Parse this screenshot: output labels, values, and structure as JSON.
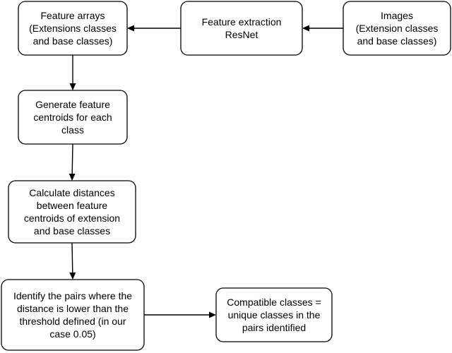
{
  "nodes": [
    {
      "id": "images",
      "lines": [
        "Images",
        "(Extension classes",
        "and base classes)"
      ]
    },
    {
      "id": "feature_extraction",
      "lines": [
        "Feature extraction",
        "ResNet"
      ]
    },
    {
      "id": "feature_arrays",
      "lines": [
        "Feature arrays",
        "(Extensions classes",
        "and base classes)"
      ]
    },
    {
      "id": "generate_centroids",
      "lines": [
        "Generate feature",
        "centroids for each",
        "class"
      ]
    },
    {
      "id": "calculate_distances",
      "lines": [
        "Calculate distances",
        "between feature",
        "centroids of extension",
        "and base classes"
      ]
    },
    {
      "id": "identify_pairs",
      "lines": [
        "Identify the pairs where the",
        "distance is lower than the",
        "threshold defined (in our",
        "case 0.05)"
      ]
    },
    {
      "id": "compatible_classes",
      "lines": [
        "Compatible classes =",
        "unique classes in the",
        "pairs identified"
      ]
    }
  ],
  "edges": [
    {
      "from": "images",
      "to": "feature_extraction"
    },
    {
      "from": "feature_extraction",
      "to": "feature_arrays"
    },
    {
      "from": "feature_arrays",
      "to": "generate_centroids"
    },
    {
      "from": "generate_centroids",
      "to": "calculate_distances"
    },
    {
      "from": "calculate_distances",
      "to": "identify_pairs"
    },
    {
      "from": "identify_pairs",
      "to": "compatible_classes"
    }
  ]
}
